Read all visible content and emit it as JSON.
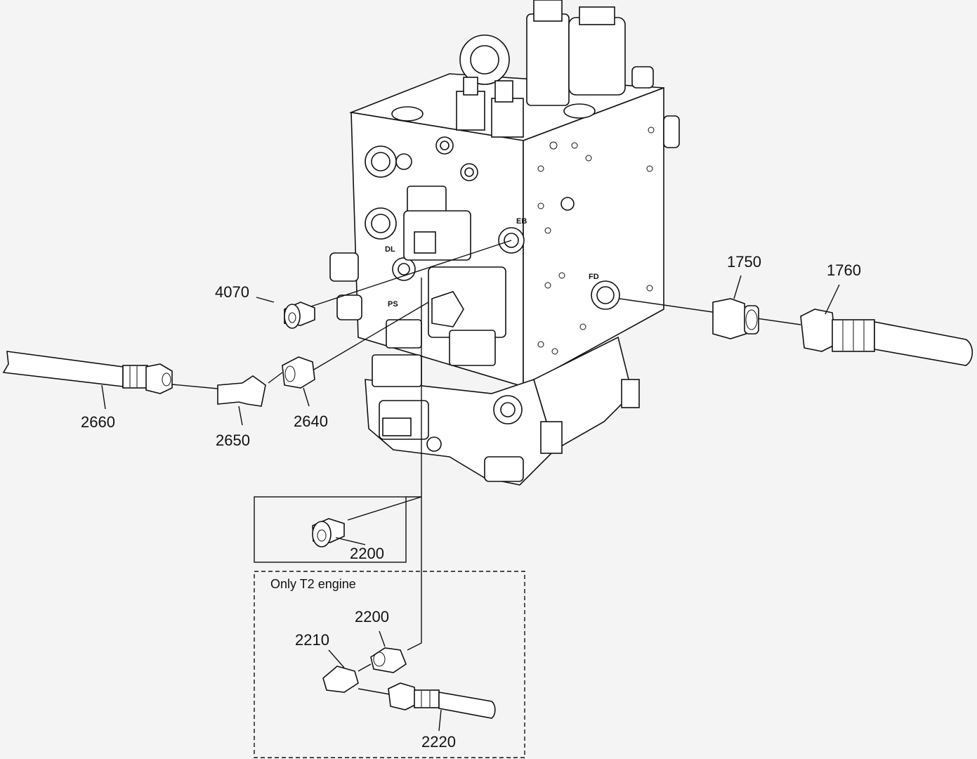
{
  "callouts": {
    "c4070": "4070",
    "c1750": "1750",
    "c1760": "1760",
    "c2660": "2660",
    "c2650": "2650",
    "c2640": "2640",
    "c2200a": "2200",
    "c2200b": "2200",
    "c2210": "2210",
    "c2220": "2220"
  },
  "ports": {
    "eb": "EB",
    "dl": "DL",
    "ps": "PS",
    "fd": "FD"
  },
  "note": "Only T2 engine"
}
